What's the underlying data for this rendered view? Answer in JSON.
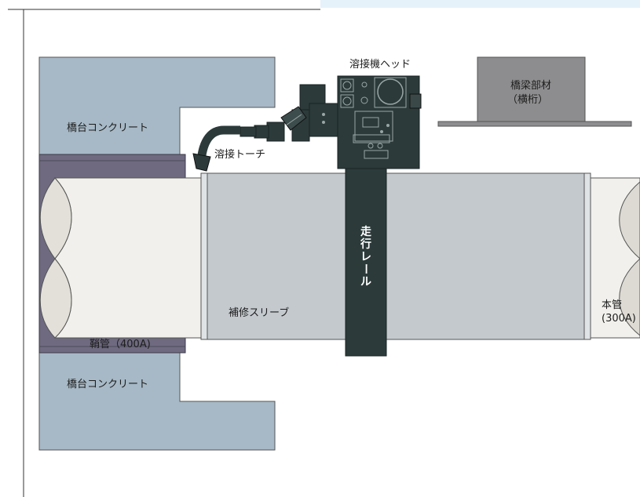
{
  "labels": {
    "welder_head": "溶接機ヘッド",
    "bridge_member_line1": "橋梁部材",
    "bridge_member_line2": "（横桁）",
    "abutment_top": "橋台コンクリート",
    "torch": "溶接トーチ",
    "rail": "走行レール",
    "repair_sleeve": "補修スリーブ",
    "main_pipe_line1": "本管",
    "main_pipe_line2": "(300A)",
    "sheath_pipe": "鞘管（400A)",
    "abutment_bottom": "橋台コンクリート"
  },
  "colors": {
    "concrete": "#a7b9c6",
    "sheath": "#6f6a80",
    "pipe": "#f1f0ec",
    "sleeve": "#c4c9ce",
    "machine": "#2c3a3a",
    "bridge_member": "#8d8d8f",
    "panel": "#e6f2fa"
  }
}
